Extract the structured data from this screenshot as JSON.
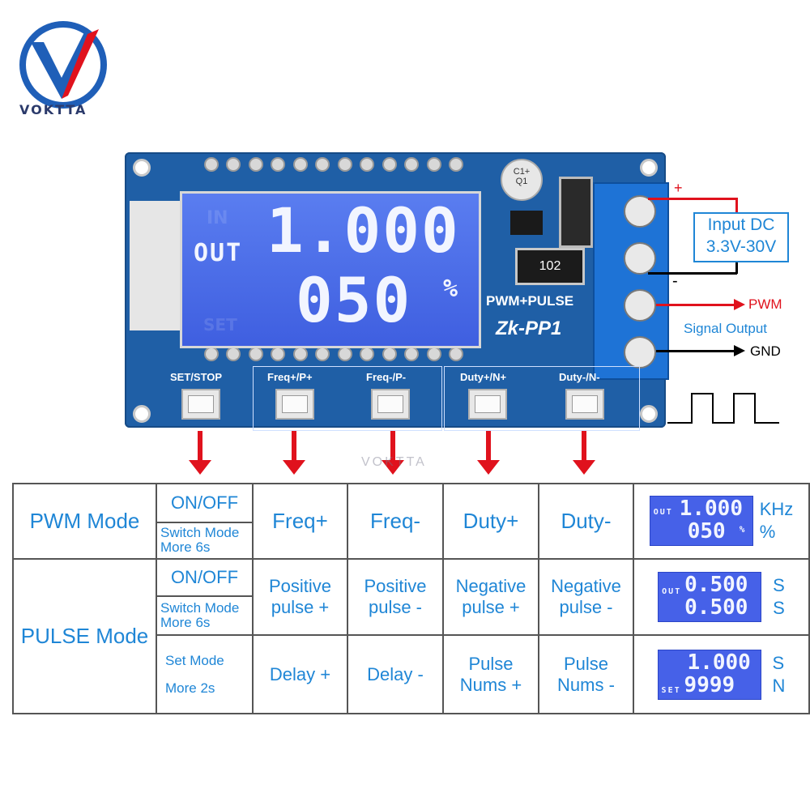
{
  "brand": {
    "logo_text": "VOKTTA",
    "watermark": "VOKTTA"
  },
  "board": {
    "lcd_out": "OUT",
    "lcd_value1": "1.000",
    "lcd_value2": "050",
    "lcd_percent": "%",
    "model_line1": "PWM+PULSE",
    "model_line2": "Zk-PP1",
    "chip_label": "102",
    "cap_label": "C1+",
    "q_label": "Q1",
    "buttons": [
      {
        "label": "SET/STOP"
      },
      {
        "label": "Freq+/P+"
      },
      {
        "label": "Freq-/P-"
      },
      {
        "label": "Duty+/N+"
      },
      {
        "label": "Duty-/N-"
      }
    ]
  },
  "wiring": {
    "plus": "+",
    "minus": "-",
    "input_line1": "Input DC",
    "input_line2": "3.3V-30V",
    "pwm": "PWM",
    "signal_output": "Signal Output",
    "gnd": "GND"
  },
  "table": {
    "pwm_mode": {
      "title": "PWM Mode",
      "onoff": "ON/OFF",
      "switch1": "Switch Mode",
      "switch2": "More 6s",
      "cells": [
        "Freq+",
        "Freq-",
        "Duty+",
        "Duty-"
      ],
      "lcd_out": "OUT",
      "lcd_v1": "1.000",
      "lcd_v2": "050",
      "lcd_pct": "%",
      "unit1": "KHz",
      "unit2": "%"
    },
    "pulse_mode": {
      "title": "PULSE Mode",
      "onoff": "ON/OFF",
      "switch1": "Switch Mode",
      "switch2": "More 6s",
      "row1": [
        {
          "l1": "Positive",
          "l2": "pulse +"
        },
        {
          "l1": "Positive",
          "l2": "pulse -"
        },
        {
          "l1": "Negative",
          "l2": "pulse +"
        },
        {
          "l1": "Negative",
          "l2": "pulse -"
        }
      ],
      "lcd1_out": "OUT",
      "lcd1_v1": "0.500",
      "lcd1_v2": "0.500",
      "unit1a": "S",
      "unit1b": "S",
      "set1": "Set Mode",
      "set2": "More 2s",
      "row2": [
        {
          "l1": "Delay +",
          "l2": ""
        },
        {
          "l1": "Delay -",
          "l2": ""
        },
        {
          "l1": "Pulse",
          "l2": "Nums +"
        },
        {
          "l1": "Pulse",
          "l2": "Nums -"
        }
      ],
      "lcd2_set": "SET",
      "lcd2_v1": "1.000",
      "lcd2_v2": "9999",
      "unit2a": "S",
      "unit2b": "N"
    }
  },
  "colors": {
    "board": "#1f5fa6",
    "lcd": "#4661e8",
    "accent_blue": "#1f86d6",
    "arrow_red": "#e0121d"
  }
}
